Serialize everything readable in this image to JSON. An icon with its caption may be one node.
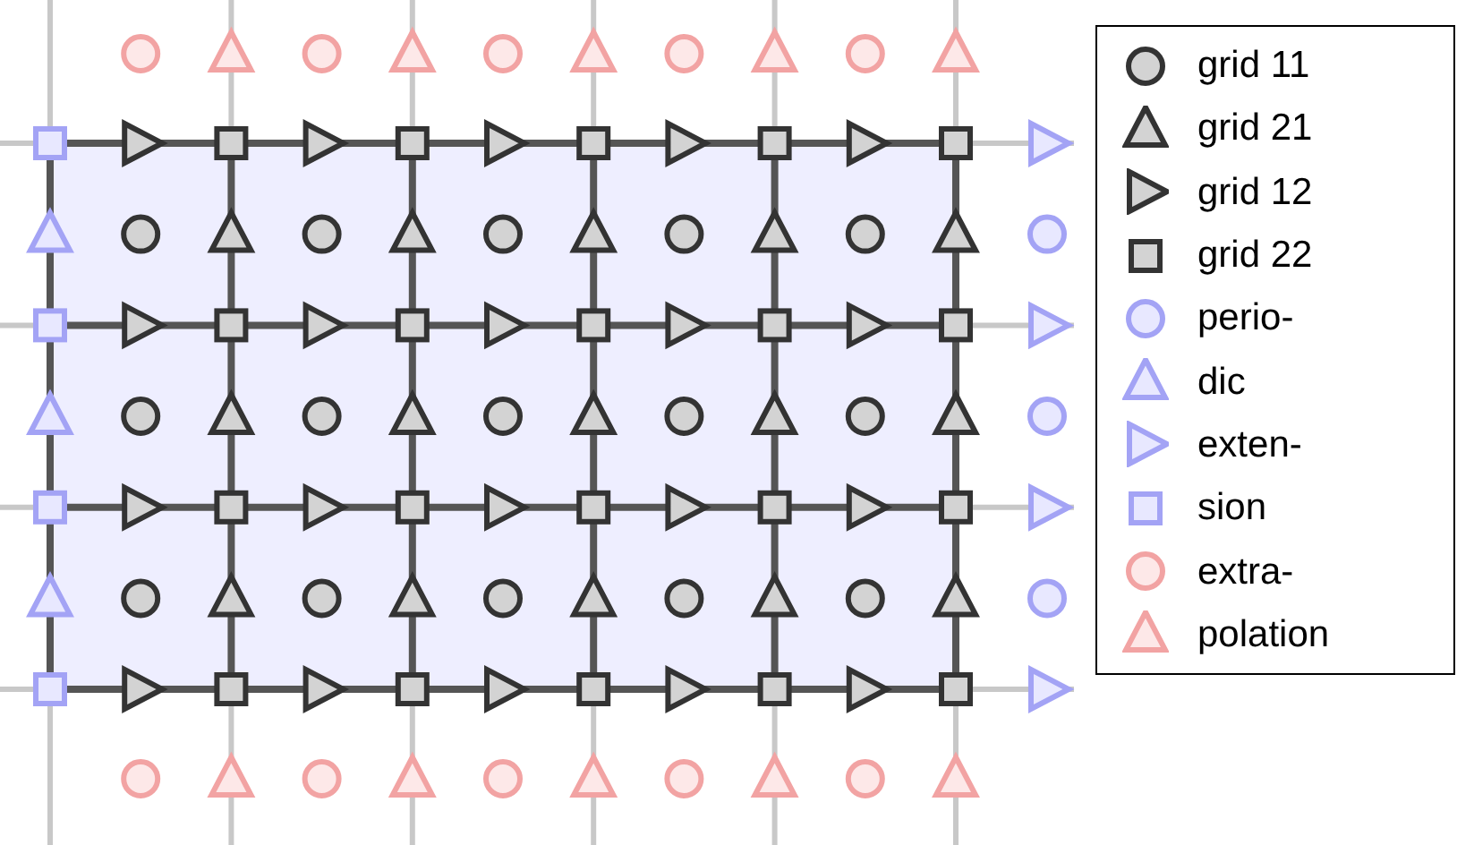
{
  "diagram": {
    "legend": [
      {
        "text": "grid 11"
      },
      {
        "text": "grid 21"
      },
      {
        "text": "grid 12"
      },
      {
        "text": "grid 22"
      },
      {
        "text": "perio-"
      },
      {
        "text": "dic"
      },
      {
        "text": "exten-"
      },
      {
        "text": "sion"
      },
      {
        "text": "extra-"
      },
      {
        "text": "polation"
      }
    ]
  }
}
